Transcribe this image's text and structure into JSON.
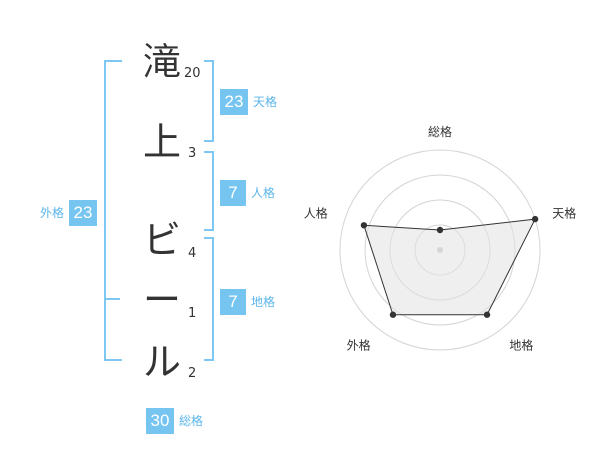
{
  "name": {
    "chars": [
      {
        "char": "滝",
        "strokes": "20"
      },
      {
        "char": "上",
        "strokes": "3"
      },
      {
        "char": "ビ",
        "strokes": "4"
      },
      {
        "char": "ー",
        "strokes": "1"
      },
      {
        "char": "ル",
        "strokes": "2"
      }
    ]
  },
  "fortune": {
    "tenkaku": {
      "value": "23",
      "label": "天格"
    },
    "jinkaku": {
      "value": "7",
      "label": "人格"
    },
    "chikaku": {
      "value": "7",
      "label": "地格"
    },
    "gaikaku": {
      "value": "23",
      "label": "外格"
    },
    "soukaku": {
      "value": "30",
      "label": "総格"
    }
  },
  "colors": {
    "accent": "#76c5f1",
    "bracket": "#7cc8f3",
    "label": "#5cb6ea"
  },
  "chart_data": {
    "type": "radar",
    "axes": [
      "総格",
      "天格",
      "地格",
      "外格",
      "人格"
    ],
    "values": [
      0.2,
      1.0,
      0.8,
      0.8,
      0.8
    ],
    "range": [
      0,
      1
    ],
    "rings": 4
  }
}
